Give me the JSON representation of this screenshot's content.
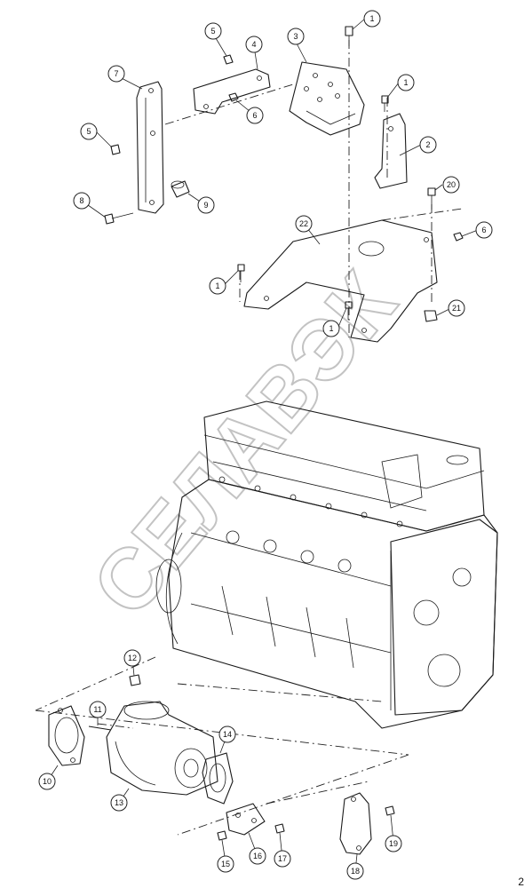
{
  "watermark": "СЕЛАВЭК",
  "page_number": "2",
  "callouts": {
    "c1a": "1",
    "c1b": "1",
    "c1c": "1",
    "c1d": "1",
    "c2": "2",
    "c3": "3",
    "c4": "4",
    "c5a": "5",
    "c5b": "5",
    "c6a": "6",
    "c6b": "6",
    "c7": "7",
    "c8": "8",
    "c9": "9",
    "c10": "10",
    "c11": "11",
    "c12": "12",
    "c13": "13",
    "c14": "14",
    "c15": "15",
    "c16": "16",
    "c17": "17",
    "c18": "18",
    "c19": "19",
    "c20": "20",
    "c21": "21",
    "c22": "22"
  }
}
